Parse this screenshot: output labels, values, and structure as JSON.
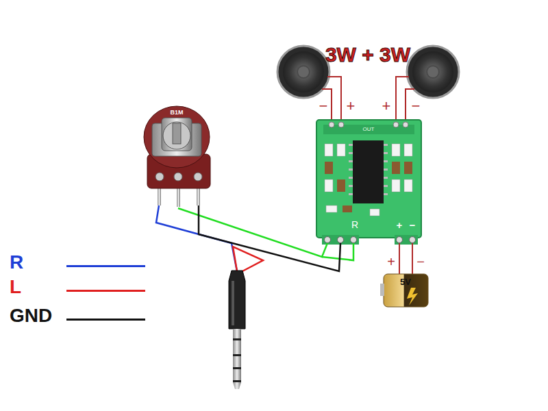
{
  "diagram": {
    "labels": [
      "3W + 3W",
      "−",
      "+",
      "+",
      "−",
      "B1M",
      "OUT",
      "R",
      "5V",
      "+",
      "−",
      "+",
      "−",
      "5V"
    ],
    "legend": [
      {
        "text": "R",
        "color": "#1f3fd6"
      },
      {
        "text": "L",
        "color": "#e02020"
      },
      {
        "text": "GND",
        "color": "#111111"
      }
    ]
  }
}
